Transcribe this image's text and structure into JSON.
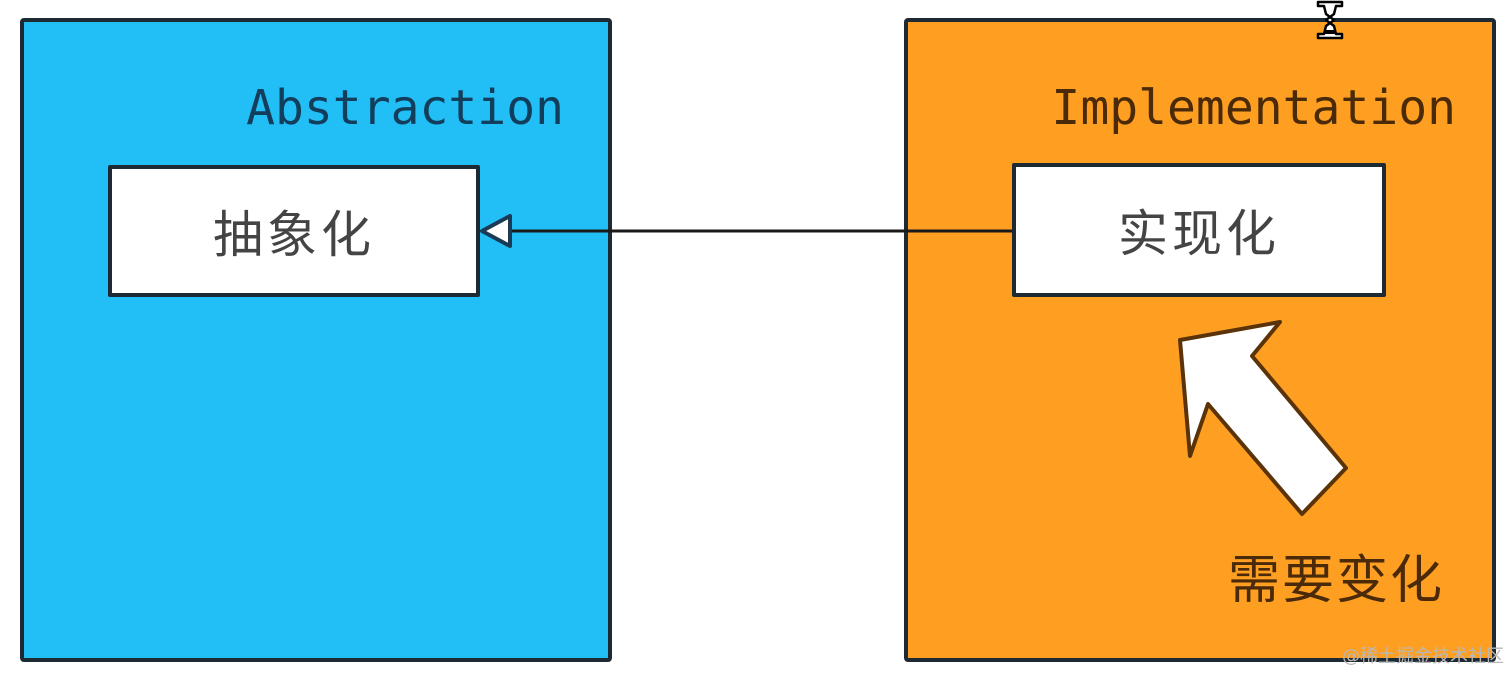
{
  "abstraction": {
    "title": "Abstraction",
    "class_label": "抽象化",
    "color": "#22bff7"
  },
  "implementation": {
    "title": "Implementation",
    "class_label": "实现化",
    "color": "#ff9f22",
    "change_note": "需要变化"
  },
  "relationship": {
    "arrow_head": "hollow-triangle",
    "direction": "implementation-to-abstraction"
  },
  "icons": {
    "hourglass": "hourglass-icon",
    "change_arrow": "big-arrow-icon"
  },
  "watermark": "@稀土掘金技术社区"
}
